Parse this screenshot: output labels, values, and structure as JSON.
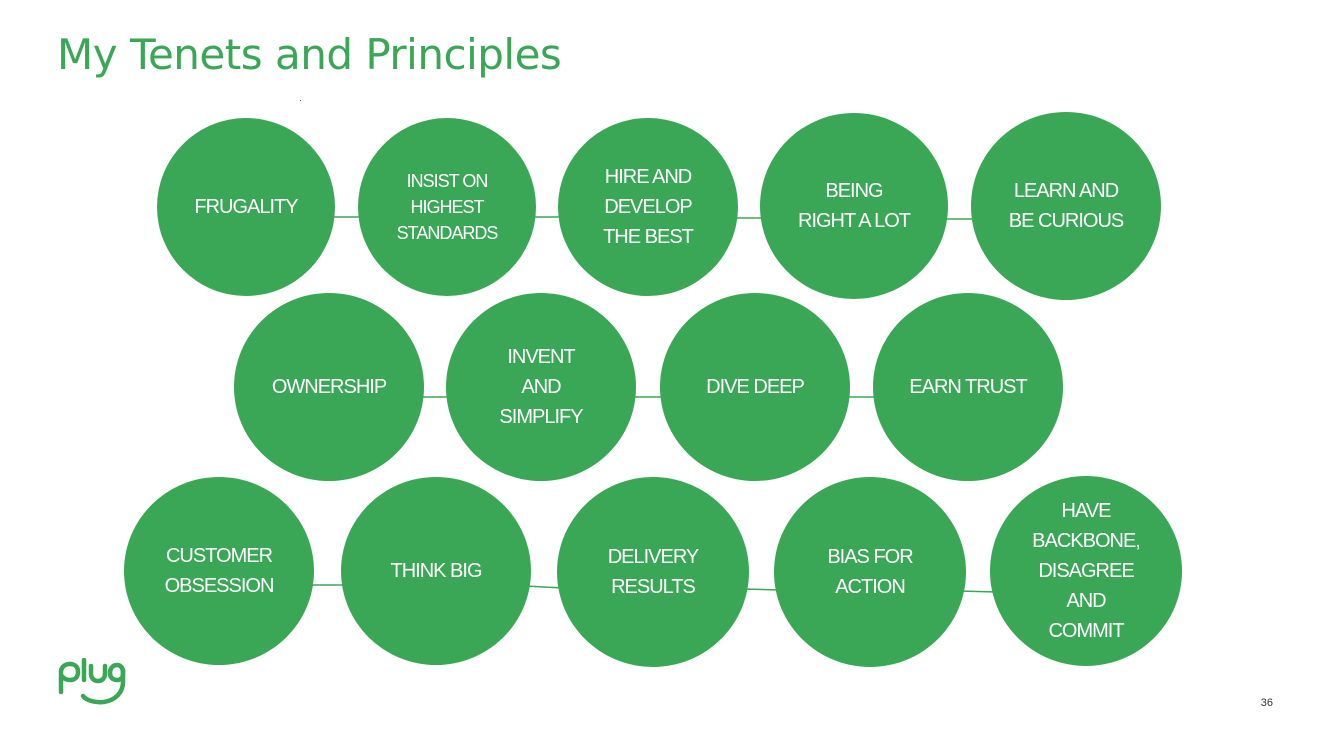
{
  "slide": {
    "title": "My Tenets and Principles",
    "page_number": "36",
    "brand_color": "#3aa757",
    "logo_name": "plug-logo"
  },
  "rows": [
    {
      "items": [
        {
          "label": "FRUGALITY"
        },
        {
          "label": "INSIST ON\nHIGHEST\nSTANDARDS"
        },
        {
          "label": "HIRE AND\nDEVELOP\nTHE BEST"
        },
        {
          "label": "BEING\nRIGHT A LOT"
        },
        {
          "label": "LEARN AND\nBE CURIOUS"
        }
      ]
    },
    {
      "items": [
        {
          "label": "OWNERSHIP"
        },
        {
          "label": "INVENT\nAND\nSIMPLIFY"
        },
        {
          "label": "DIVE DEEP"
        },
        {
          "label": "EARN TRUST"
        }
      ]
    },
    {
      "items": [
        {
          "label": "CUSTOMER\nOBSESSION"
        },
        {
          "label": "THINK BIG"
        },
        {
          "label": "DELIVERY\nRESULTS"
        },
        {
          "label": "BIAS FOR\nACTION"
        },
        {
          "label": "HAVE\nBACKBONE,\nDISAGREE\nAND\nCOMMIT"
        }
      ]
    }
  ]
}
